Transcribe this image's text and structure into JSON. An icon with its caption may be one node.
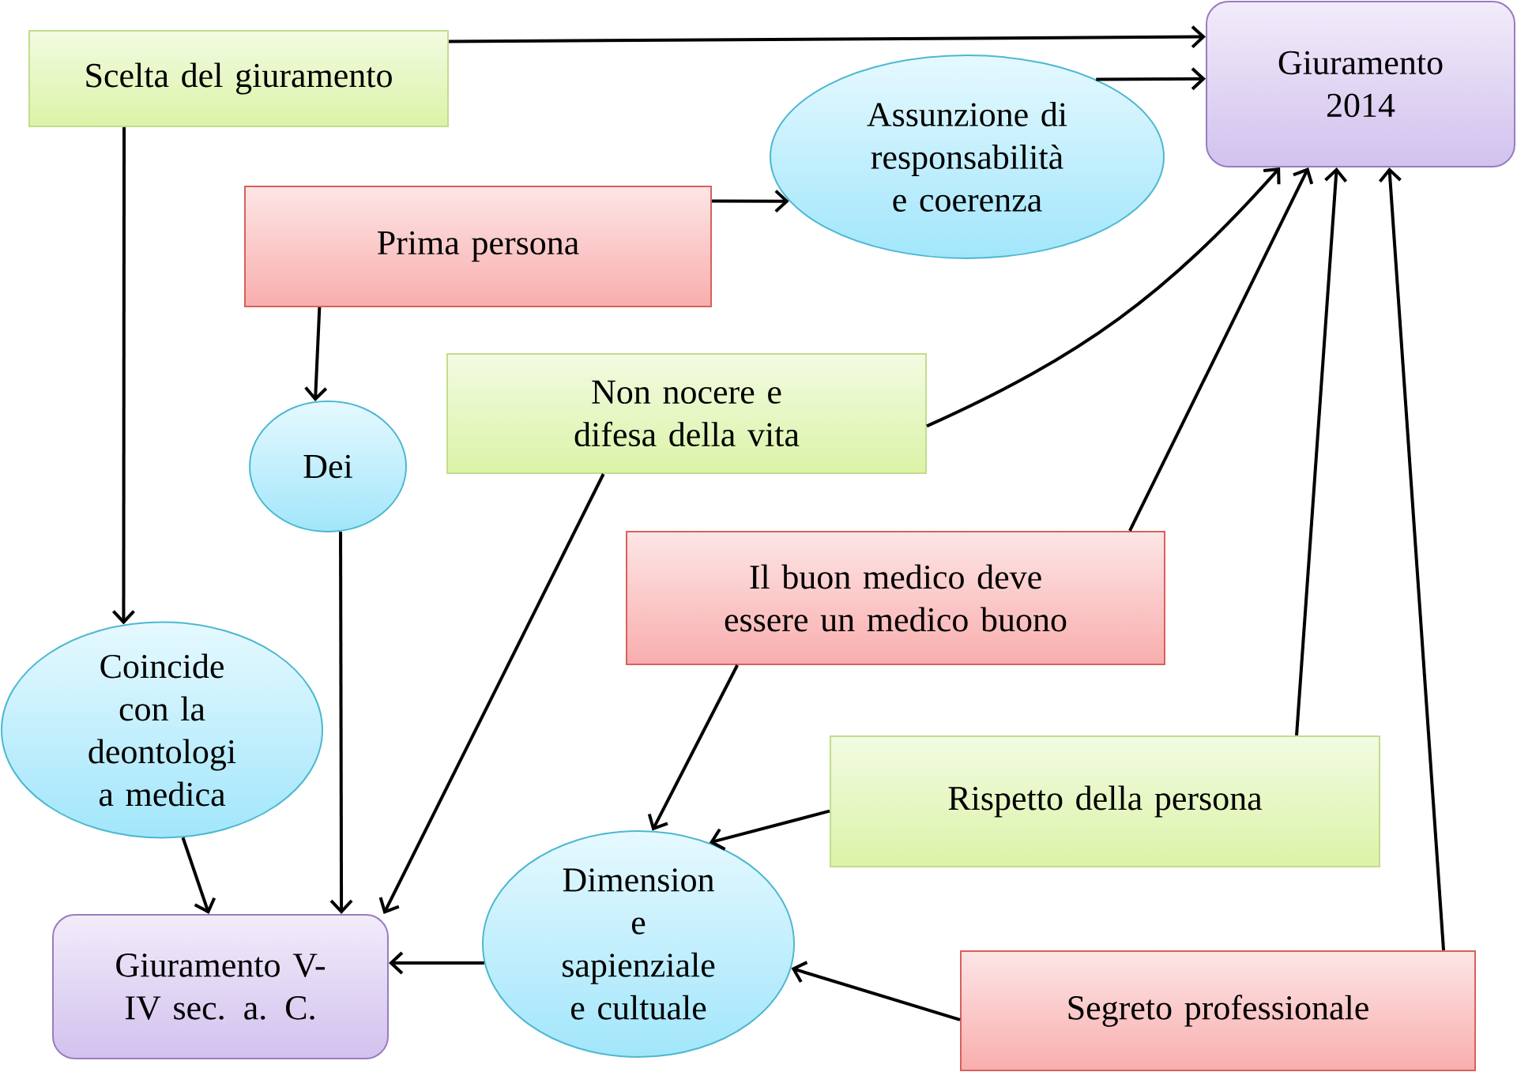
{
  "diagram": {
    "nodes": [
      {
        "text": [
          "Scelta del giuramento"
        ]
      },
      {
        "text": [
          "Giuramento 2014"
        ]
      },
      {
        "text": [
          "Assunzione di responsabilità e coerenza"
        ]
      },
      {
        "text": [
          "Prima persona"
        ]
      },
      {
        "text": [
          "Dei"
        ]
      },
      {
        "text": [
          "Non nocere e difesa della vita"
        ]
      },
      {
        "text": [
          "Il buon medico deve essere un medico buono"
        ]
      },
      {
        "text": [
          "Coincide con la deontologi a medica"
        ]
      },
      {
        "text": [
          "Rispetto della persona"
        ]
      },
      {
        "text": [
          "Giuramento V-IV sec. a. C."
        ]
      },
      {
        "text": [
          "Dimension e sapienziale e cultuale"
        ]
      },
      {
        "text": [
          "Segreto professionale"
        ]
      }
    ],
    "edges": [
      {
        "from": 0,
        "to": 1,
        "arrow": "to"
      },
      {
        "from": 2,
        "to": 1,
        "arrow": "to"
      },
      {
        "from": 3,
        "to": 2,
        "arrow": "to"
      },
      {
        "from": 0,
        "to": 7,
        "arrow": "to"
      },
      {
        "from": 3,
        "to": 4,
        "arrow": "to"
      },
      {
        "from": 4,
        "to": 9,
        "arrow": "to"
      },
      {
        "from": 5,
        "to": 9,
        "arrow": "to"
      },
      {
        "from": 5,
        "to": 1,
        "arrow": "to"
      },
      {
        "from": 6,
        "to": 1,
        "arrow": "to"
      },
      {
        "from": 6,
        "to": 10,
        "arrow": "to"
      },
      {
        "from": 8,
        "to": 10,
        "arrow": "to"
      },
      {
        "from": 8,
        "to": 1,
        "arrow": "to"
      },
      {
        "from": 11,
        "to": 1,
        "arrow": "to"
      },
      {
        "from": 11,
        "to": 10,
        "arrow": "to"
      },
      {
        "from": 10,
        "to": 9,
        "arrow": "to"
      },
      {
        "from": 7,
        "to": 9,
        "arrow": "to"
      }
    ]
  }
}
